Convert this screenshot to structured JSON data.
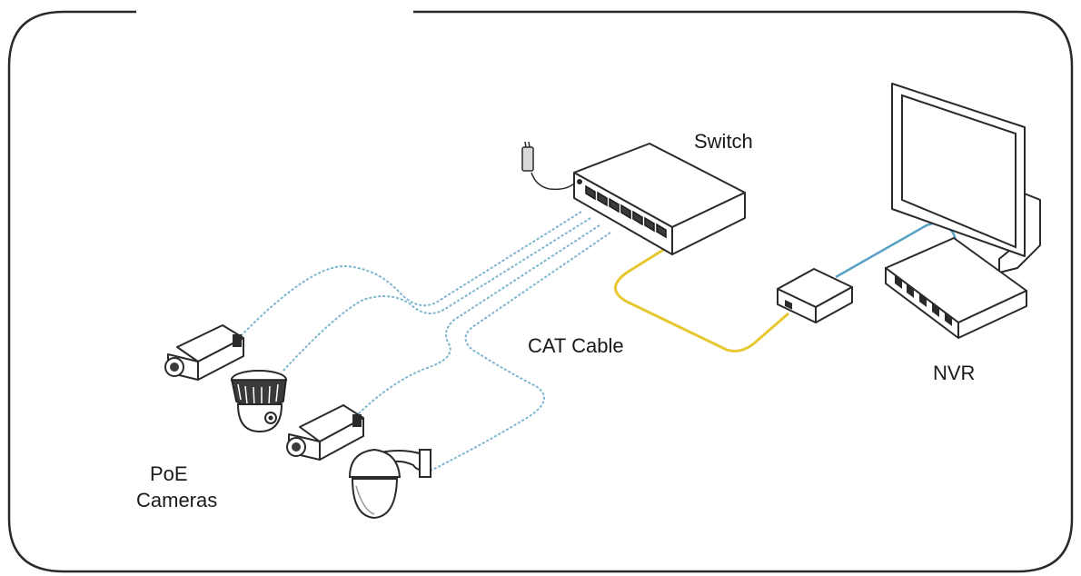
{
  "labels": {
    "switch": "Switch",
    "cat_cable": "CAT Cable",
    "nvr": "NVR",
    "poe_line1": "PoE",
    "poe_line2": "Cameras"
  },
  "colors": {
    "poe_cable": "#7fb6cf",
    "monitor_cable": "#5aa0c4",
    "uplink_cable": "#e8c830",
    "outline": "#2a2a2a"
  },
  "devices": [
    {
      "name": "switch",
      "icon": "network-switch-icon"
    },
    {
      "name": "injector",
      "icon": "poe-injector-icon"
    },
    {
      "name": "nvr",
      "icon": "nvr-recorder-icon"
    },
    {
      "name": "monitor",
      "icon": "monitor-icon"
    },
    {
      "name": "camera-1",
      "icon": "box-camera-icon"
    },
    {
      "name": "camera-2",
      "icon": "dome-camera-icon"
    },
    {
      "name": "camera-3",
      "icon": "box-camera-icon"
    },
    {
      "name": "camera-4",
      "icon": "ptz-dome-camera-icon"
    }
  ]
}
